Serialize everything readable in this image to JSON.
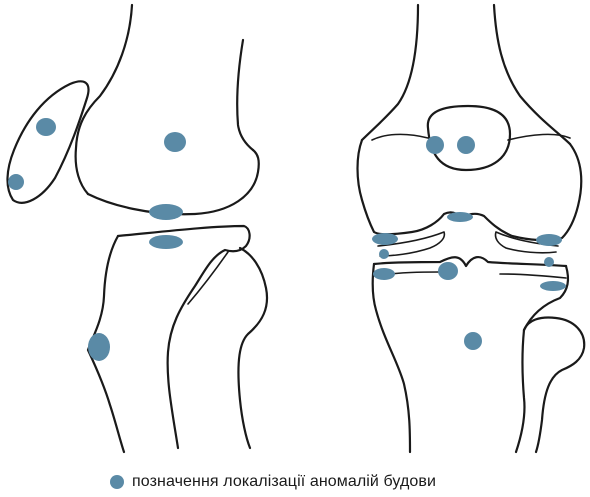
{
  "colors": {
    "marker": "#5a8aa6",
    "line": "#1a1a1a"
  },
  "legend": {
    "icon": "filled-circle-marker",
    "text": "позначення локалізації аномалій будови"
  },
  "markers": {
    "lateral_view": [
      "patella-upper",
      "patella-lower",
      "femur-condyle-center",
      "femur-distal",
      "tibia-plateau",
      "tibial-tuberosity"
    ],
    "frontal_view": [
      "patella-left",
      "patella-right",
      "femoral-notch",
      "femur-condyle-left",
      "femur-condyle-right",
      "meniscus-left",
      "meniscus-right",
      "tibial-spine",
      "tibia-plateau-left",
      "tibia-plateau-right",
      "tibia-shaft"
    ]
  }
}
